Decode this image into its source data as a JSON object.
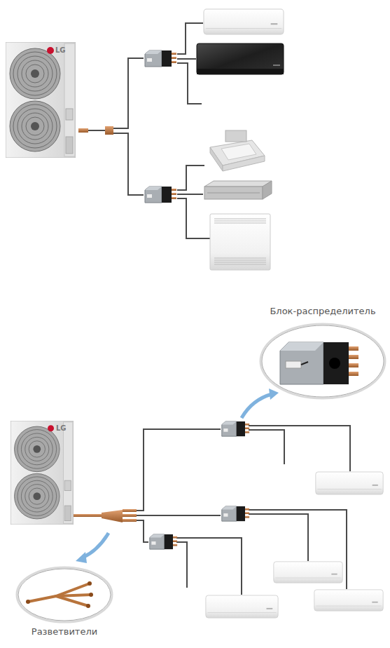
{
  "diagram": {
    "nodes": [
      {
        "text": [
          "Блок-распределитель"
        ]
      },
      {
        "text": [
          "Разветвители"
        ]
      }
    ],
    "labels": [
      "LG",
      "LG"
    ]
  }
}
